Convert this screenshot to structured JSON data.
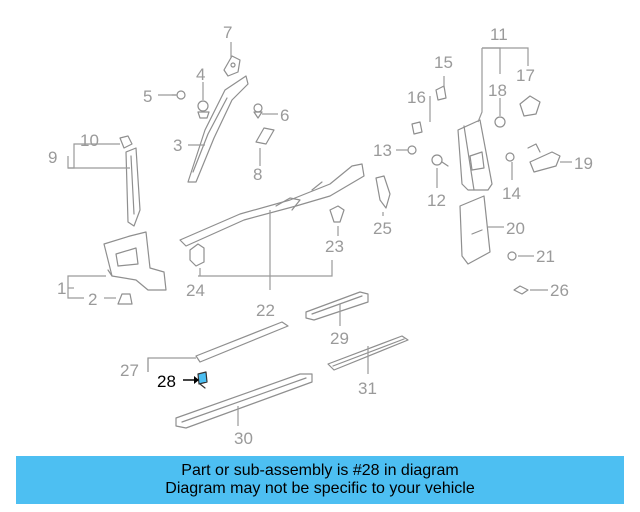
{
  "diagram": {
    "highlight_color": "#4dbff2",
    "highlighted_part": "28",
    "callouts": [
      "1",
      "2",
      "3",
      "4",
      "5",
      "6",
      "7",
      "8",
      "9",
      "10",
      "11",
      "12",
      "13",
      "14",
      "15",
      "16",
      "17",
      "18",
      "19",
      "20",
      "21",
      "22",
      "23",
      "24",
      "25",
      "26",
      "27",
      "28",
      "29",
      "30",
      "31"
    ]
  },
  "banner": {
    "line1": "Part or sub-assembly is #28 in diagram",
    "line2": "Diagram may not be specific to your vehicle",
    "color": "#4dbff2"
  }
}
